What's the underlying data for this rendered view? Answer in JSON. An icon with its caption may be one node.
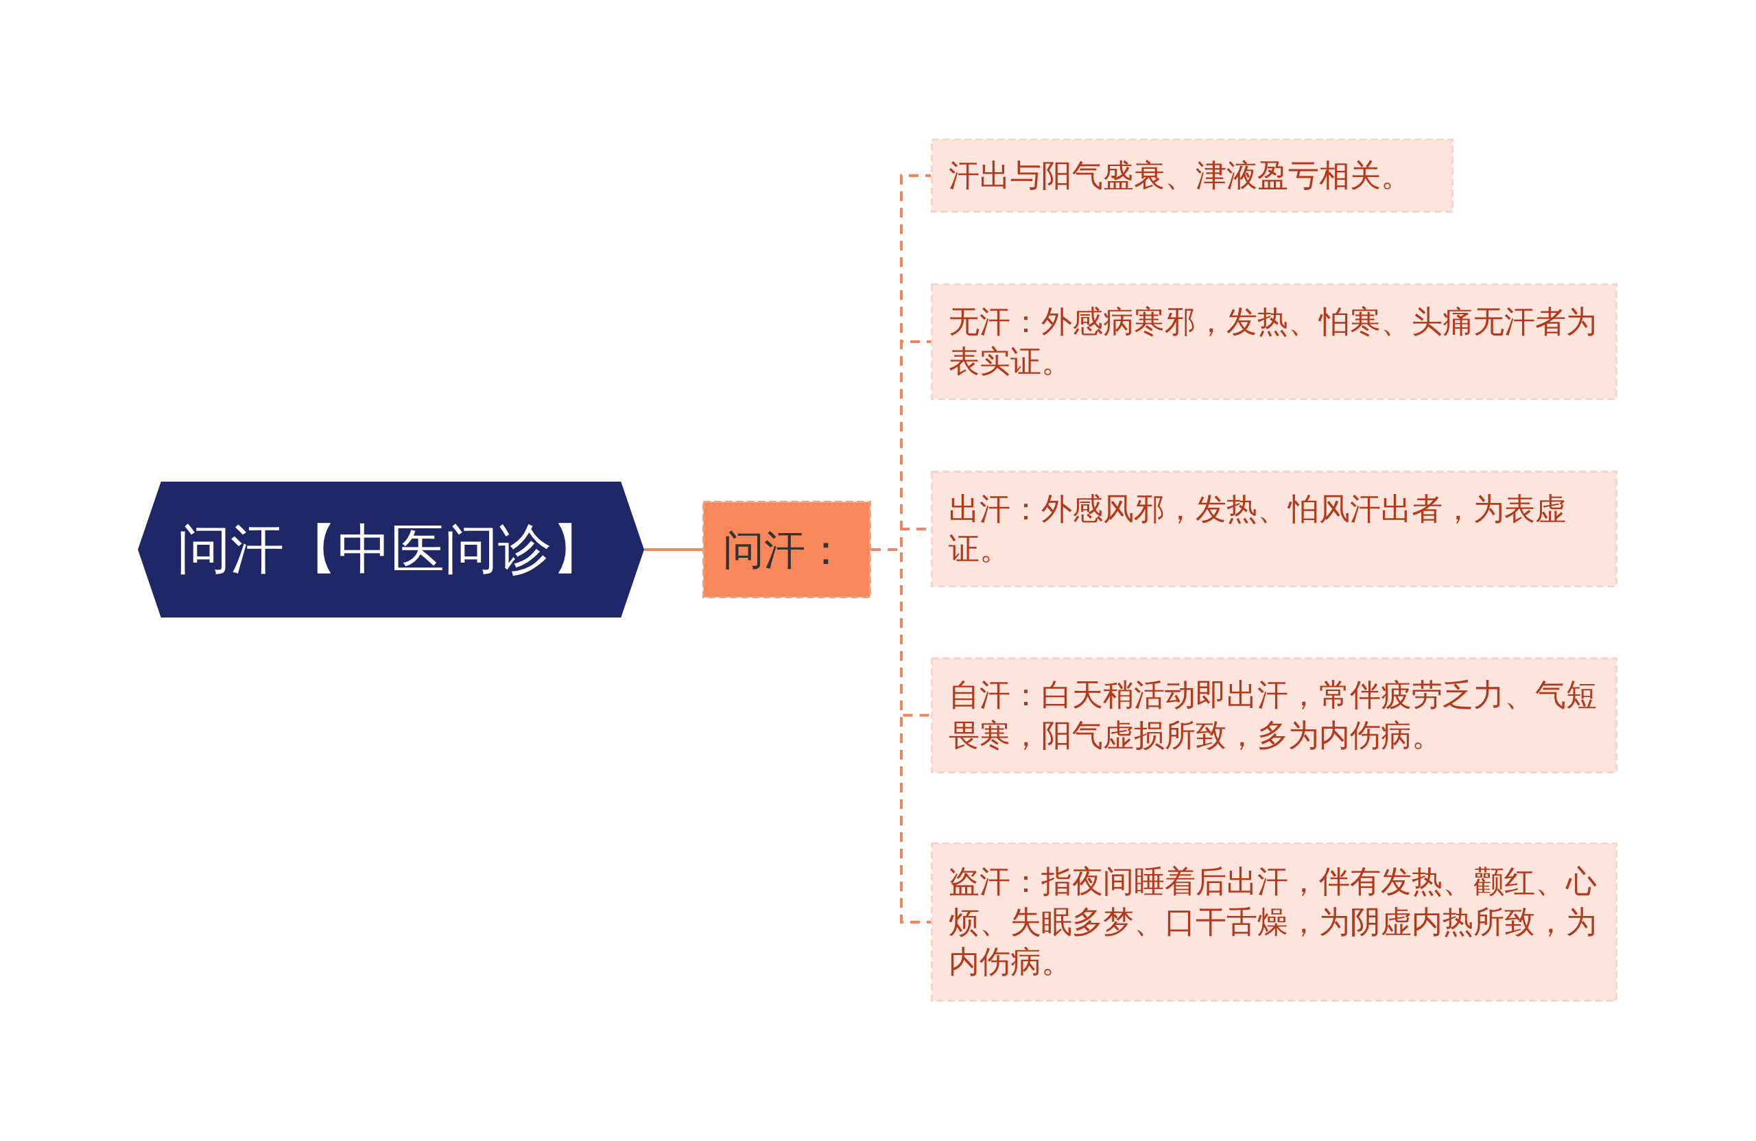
{
  "diagram": {
    "nodes": [
      {
        "text": [
          "问汗【中医问诊】"
        ]
      },
      {
        "text": [
          "问汗："
        ]
      },
      {
        "text": [
          "汗出与阳气盛衰、津液盈亏相关。"
        ]
      },
      {
        "text": [
          "无汗：外感病寒邪，发热、怕寒、头痛无汗者为表实证。"
        ]
      },
      {
        "text": [
          "出汗：外感风邪，发热、怕风汗出者，为表虚证。"
        ]
      },
      {
        "text": [
          "自汗：白天稍活动即出汗，常伴疲劳乏力、气短畏寒，阳气虚损所致，多为内伤病。"
        ]
      },
      {
        "text": [
          "盗汗：指夜间睡着后出汗，伴有发热、颧红、心烦、失眠多梦、口干舌燥，为阴虚内热所致，为内伤病。"
        ]
      }
    ],
    "edges": [
      {
        "from": 0,
        "to": 1,
        "arrow": "none"
      },
      {
        "from": 1,
        "to": 2,
        "arrow": "none",
        "style": "dashed"
      },
      {
        "from": 1,
        "to": 3,
        "arrow": "none",
        "style": "dashed"
      },
      {
        "from": 1,
        "to": 4,
        "arrow": "none",
        "style": "dashed"
      },
      {
        "from": 1,
        "to": 5,
        "arrow": "none",
        "style": "dashed"
      },
      {
        "from": 1,
        "to": 6,
        "arrow": "none",
        "style": "dashed"
      }
    ]
  }
}
